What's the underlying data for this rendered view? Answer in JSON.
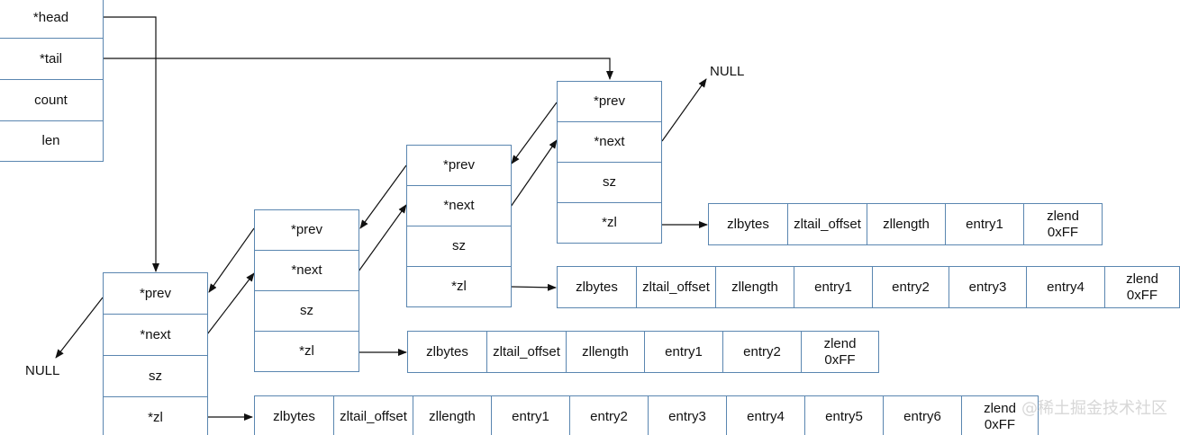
{
  "quicklist": {
    "fields": [
      "*head",
      "*tail",
      "count",
      "len"
    ]
  },
  "nodes": [
    {
      "fields": [
        "*prev",
        "*next",
        "sz",
        "*zl"
      ]
    },
    {
      "fields": [
        "*prev",
        "*next",
        "sz",
        "*zl"
      ]
    },
    {
      "fields": [
        "*prev",
        "*next",
        "sz",
        "*zl"
      ]
    },
    {
      "fields": [
        "*prev",
        "*next",
        "sz",
        "*zl"
      ]
    }
  ],
  "ziplists": [
    {
      "cells": [
        "zlbytes",
        "zltail_offset",
        "zllength",
        "entry1",
        "entry2",
        "entry3",
        "entry4",
        "entry5",
        "entry6",
        "zlend\n0xFF"
      ]
    },
    {
      "cells": [
        "zlbytes",
        "zltail_offset",
        "zllength",
        "entry1",
        "entry2",
        "zlend\n0xFF"
      ]
    },
    {
      "cells": [
        "zlbytes",
        "zltail_offset",
        "zllength",
        "entry1",
        "entry2",
        "entry3",
        "entry4",
        "zlend\n0xFF"
      ]
    },
    {
      "cells": [
        "zlbytes",
        "zltail_offset",
        "zllength",
        "entry1",
        "zlend\n0xFF"
      ]
    }
  ],
  "null_labels": {
    "left": "NULL",
    "right": "NULL"
  },
  "watermark": "@稀土掘金技术社区",
  "colors": {
    "border": "#5a86b0",
    "arrow": "#111111"
  }
}
